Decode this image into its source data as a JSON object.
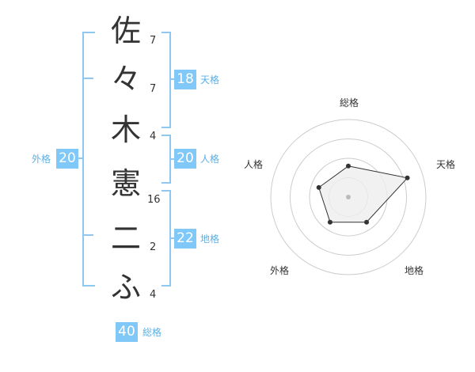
{
  "name_chars": [
    {
      "char": "佐",
      "strokes": "7"
    },
    {
      "char": "々",
      "strokes": "7"
    },
    {
      "char": "木",
      "strokes": "4"
    },
    {
      "char": "憲",
      "strokes": "16"
    },
    {
      "char": "二",
      "strokes": "2"
    },
    {
      "char": "ふ",
      "strokes": "4"
    }
  ],
  "kaku": {
    "tenkaku": {
      "label": "天格",
      "value": "18"
    },
    "jinkaku": {
      "label": "人格",
      "value": "20"
    },
    "chikaku": {
      "label": "地格",
      "value": "22"
    },
    "gaikaku": {
      "label": "外格",
      "value": "20"
    },
    "soukaku": {
      "label": "総格",
      "value": "40"
    }
  },
  "radar": {
    "axes": [
      "総格",
      "天格",
      "地格",
      "外格",
      "人格"
    ],
    "values": [
      2,
      4,
      2,
      2,
      2
    ],
    "max": 5,
    "colors": {
      "grid": "#cccccc",
      "fill": "#eeeeee",
      "line": "#333333",
      "point": "#333333",
      "center": "#bbbbbb"
    }
  },
  "colors": {
    "bracket": "#8ec8f0",
    "badge": "#7fc8f8",
    "badge_label": "#5ab0e6"
  }
}
